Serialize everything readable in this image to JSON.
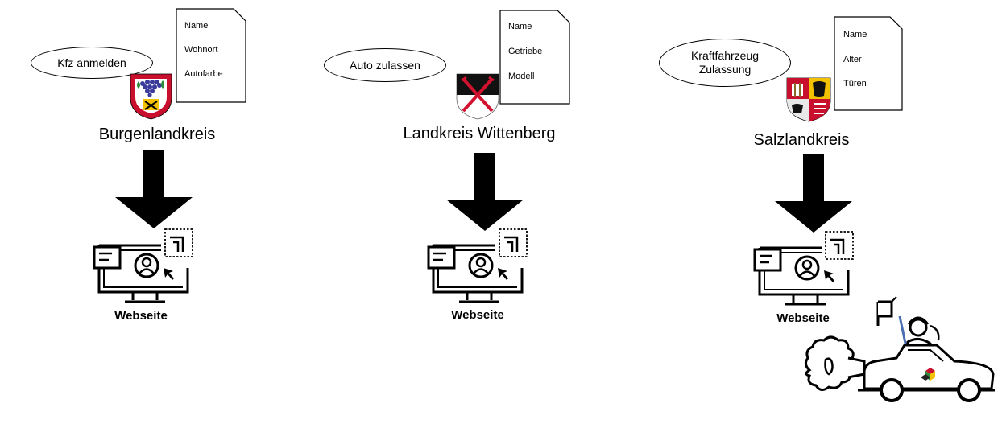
{
  "columns": [
    {
      "service_name": "Kfz anmelden",
      "district": "Burgenlandkreis",
      "fields": [
        "Name",
        "Wohnort",
        "Autofarbe"
      ],
      "website_label": "Webseite",
      "crest_icon": "burgenlandkreis-crest-icon"
    },
    {
      "service_name": "Auto zulassen",
      "district": "Landkreis Wittenberg",
      "fields": [
        "Name",
        "Getriebe",
        "Modell"
      ],
      "website_label": "Webseite",
      "crest_icon": "wittenberg-crest-icon"
    },
    {
      "service_name_line1": "Kraftfahrzeug",
      "service_name_line2": "Zulassung",
      "district": "Salzlandkreis",
      "fields": [
        "Name",
        "Alter",
        "Türen"
      ],
      "website_label": "Webseite",
      "crest_icon": "salzlandkreis-crest-icon"
    }
  ],
  "illustration_icon": "person-driving-car-icon"
}
